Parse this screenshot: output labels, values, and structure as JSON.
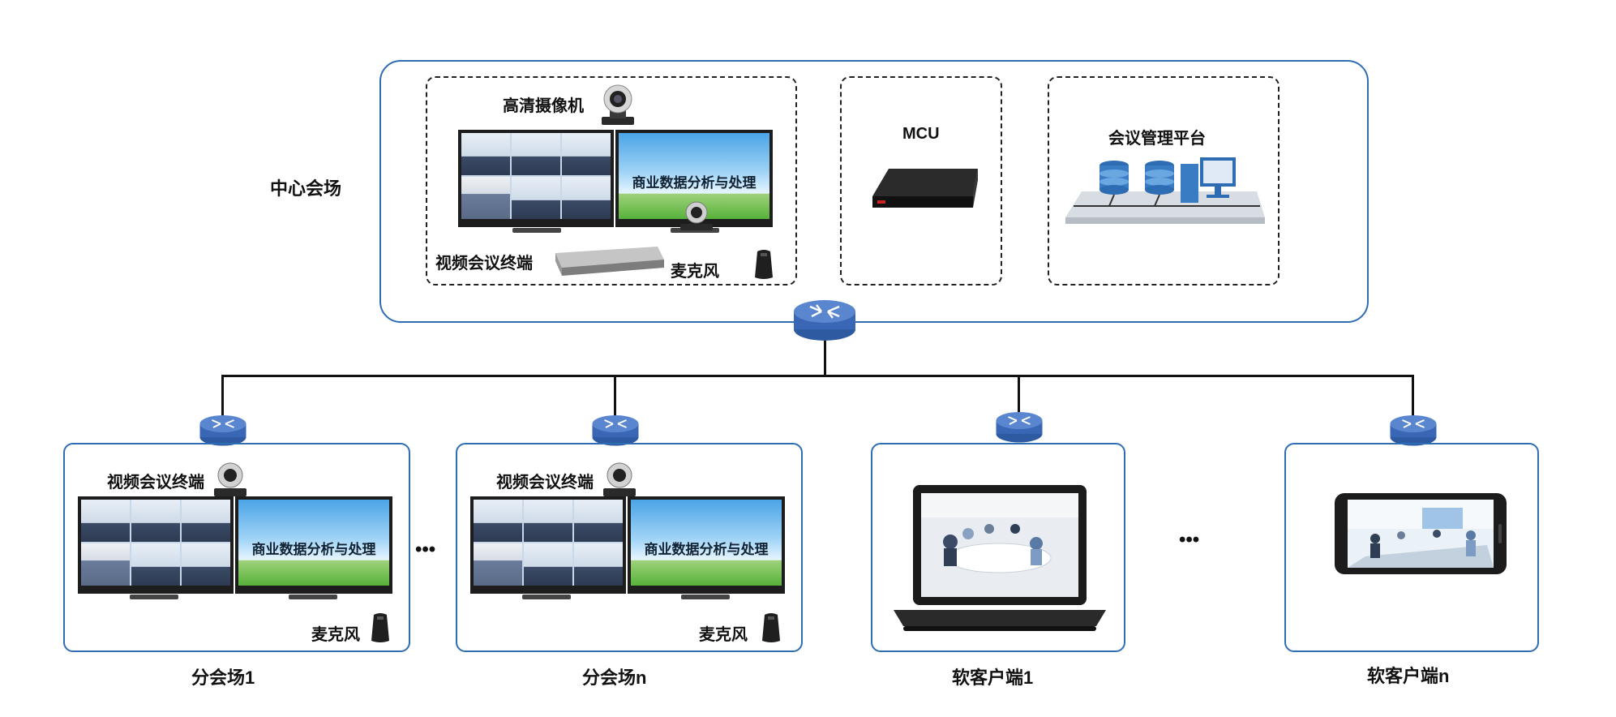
{
  "center": {
    "title": "中心会场",
    "camera_label": "高清摄像机",
    "terminal_label": "视频会议终端",
    "mic_label": "麦克风",
    "screen_text": "商业数据分析与处理",
    "mcu_label": "MCU",
    "platform_label": "会议管理平台"
  },
  "branches": [
    {
      "caption": "分会场1",
      "terminal_label": "视频会议终端",
      "mic_label": "麦克风",
      "screen_text": "商业数据分析与处理"
    },
    {
      "caption": "分会场n",
      "terminal_label": "视频会议终端",
      "mic_label": "麦克风",
      "screen_text": "商业数据分析与处理"
    }
  ],
  "clients": [
    {
      "caption": "软客户端1",
      "device": "laptop-icon"
    },
    {
      "caption": "软客户端n",
      "device": "phone-icon"
    }
  ],
  "ellipsis": [
    "•••",
    "•••"
  ],
  "colors": {
    "border": "#2e6db4",
    "router": "#3a67b5",
    "line": "#111111"
  }
}
